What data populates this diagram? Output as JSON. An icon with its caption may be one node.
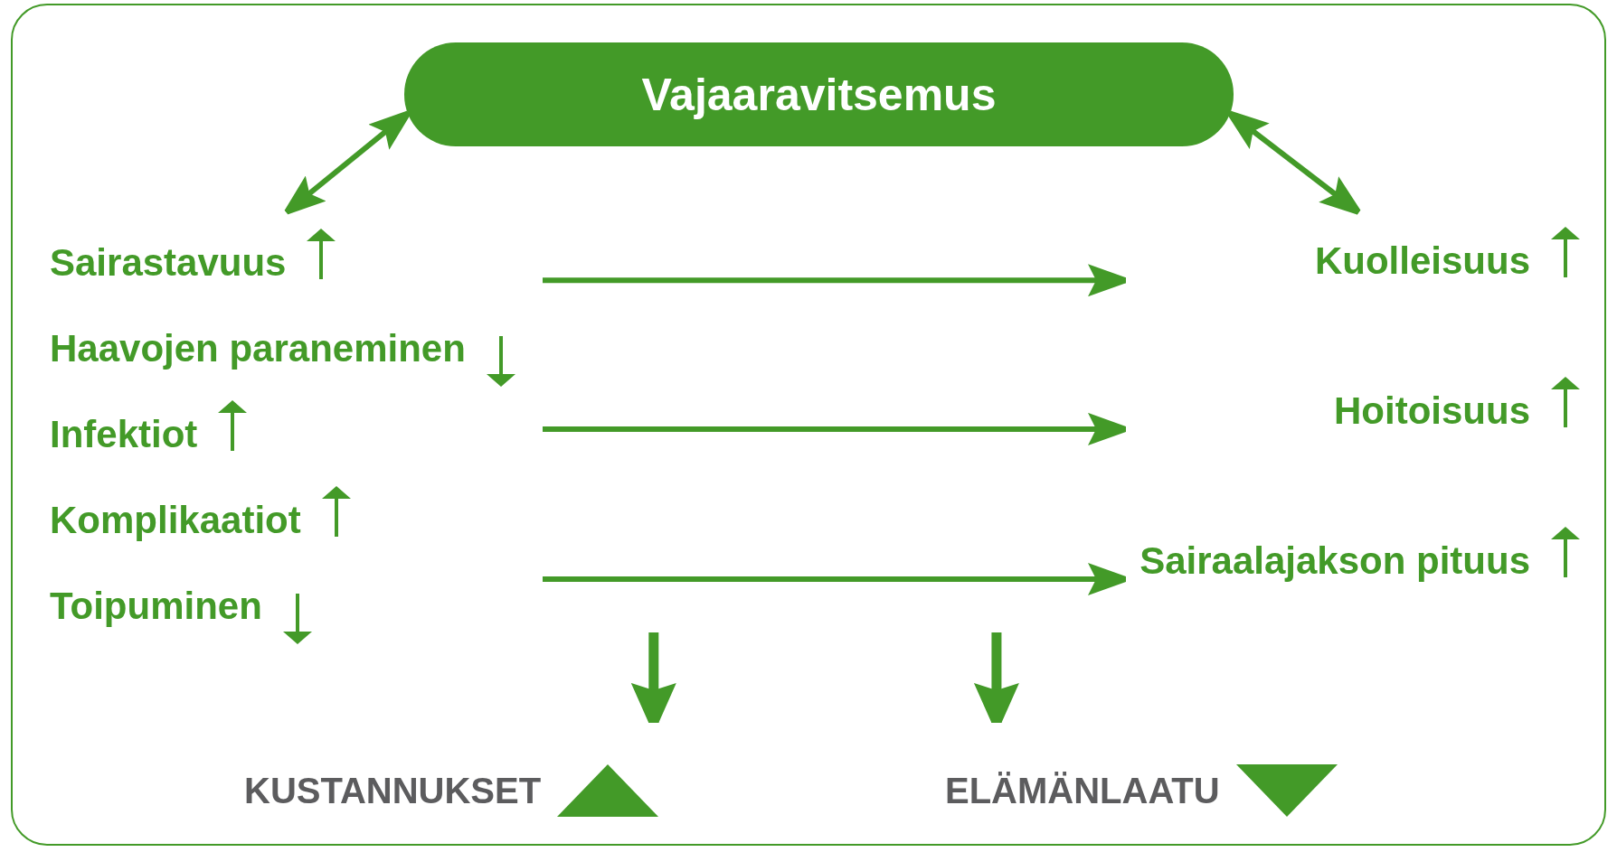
{
  "diagram": {
    "nodes": [
      {
        "text": [
          "Vajaaravitsemus"
        ]
      },
      {
        "text": [
          "Sairastavuus",
          "Haavojen paraneminen",
          "Infektiot",
          "Komplikaatiot",
          "Toipuminen"
        ]
      },
      {
        "text": [
          "Kuolleisuus",
          "Hoitoisuus",
          "Sairaalajakson pituus"
        ]
      },
      {
        "text": [
          "KUSTANNUKSET"
        ]
      },
      {
        "text": [
          "ELÄMÄNLAATU"
        ]
      }
    ],
    "edges": [
      {
        "from": 0,
        "to": 1,
        "arrow": "both"
      },
      {
        "from": 0,
        "to": 2,
        "arrow": "both"
      },
      {
        "from": 1,
        "to": 2,
        "arrow": "to"
      },
      {
        "from": 1,
        "to": 2,
        "arrow": "to"
      },
      {
        "from": 1,
        "to": 2,
        "arrow": "to"
      },
      {
        "from": null,
        "to": 3,
        "arrow": "to",
        "style": "thick"
      },
      {
        "from": null,
        "to": 4,
        "arrow": "to",
        "style": "thick"
      }
    ]
  }
}
